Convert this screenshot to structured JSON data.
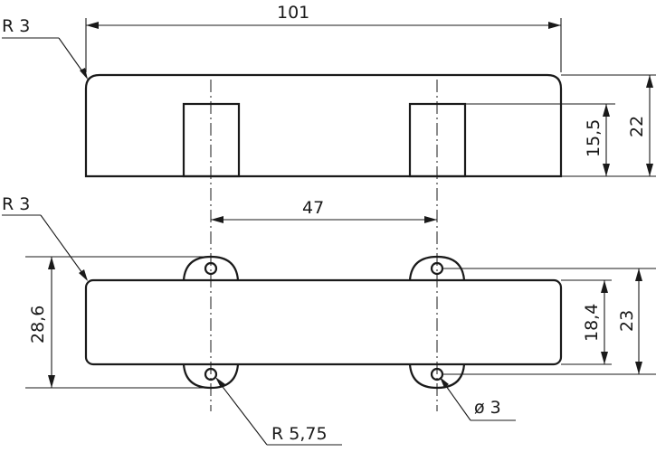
{
  "labels": {
    "top_radius": "R 3",
    "overall_length": "101",
    "slot_height": "15,5",
    "total_height": "22",
    "bottom_radius": "R 3",
    "pole_spacing": "47",
    "cover_width": "18,4",
    "overall_width": "23",
    "outer_width": "28,6",
    "ear_radius": "R 5,75",
    "hole_diameter": "ø 3"
  }
}
